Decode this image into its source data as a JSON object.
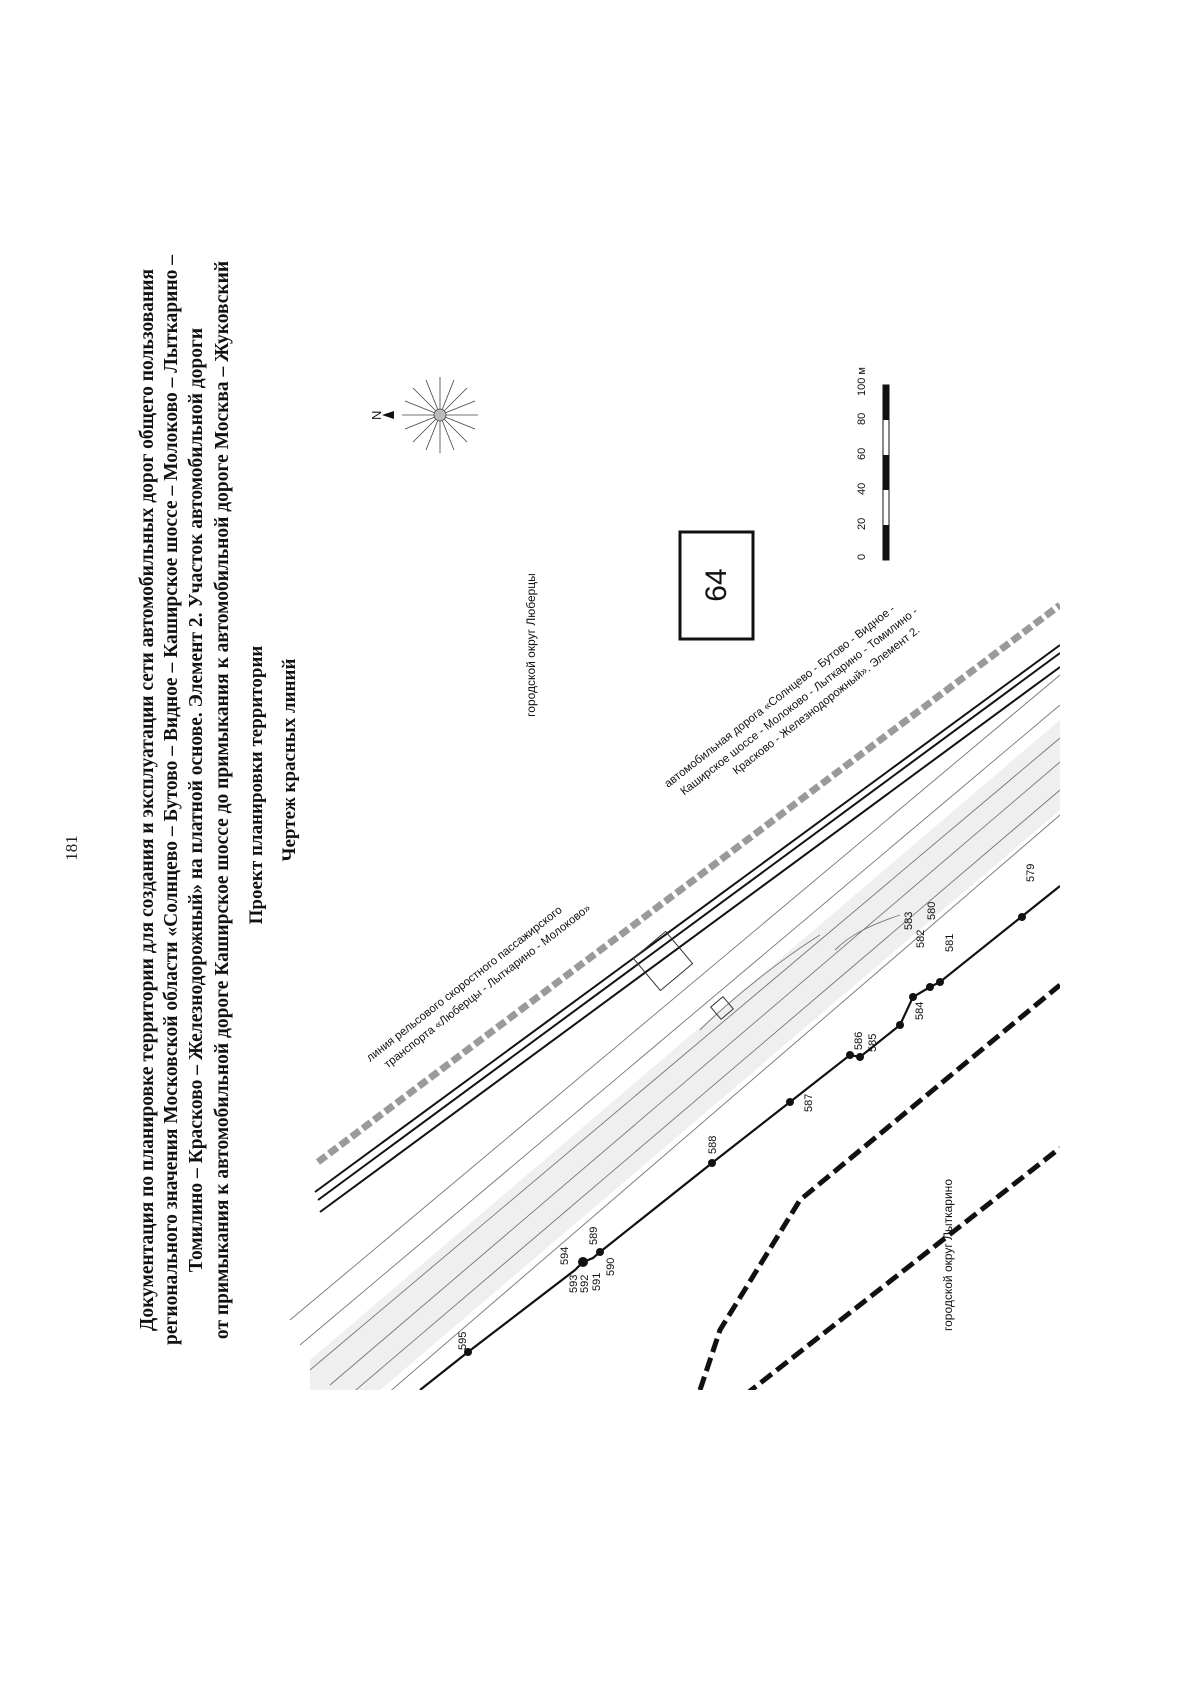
{
  "page_number": "181",
  "document": {
    "title_lines": [
      "Документация по планировке территории для создания и эксплуатации сети автомобильных дорог общего пользования",
      "регионального значения Московской области «Солнцево – Бутово – Видное – Каширское шоссе – Молоково – Лыткарино –",
      "Томилино – Красково – Железнодорожный» на платной основе. Элемент 2. Участок автомобильной дороги",
      "от примыкания к автомобильной дороге Каширское шоссе до примыкания к автомобильной дороге Москва – Жуковский"
    ],
    "project_title": "Проект планировки территории",
    "drawing_title": "Чертеж красных линий"
  },
  "map": {
    "district_north": "городской округ Люберцы",
    "district_south": "городской округ Лыткарино",
    "sheet_number": "64",
    "compass": {
      "north_label": "N"
    },
    "scale_bar": {
      "ticks": [
        "0",
        "20",
        "40",
        "60",
        "80",
        "100 м"
      ]
    },
    "rail_label_lines": [
      "линия рельсового скоростного пассажирского",
      "транспорта «Люберцы - Лыткарино - Молоково»"
    ],
    "road_label_lines": [
      "автомобильная дорога «Солнцево - Бутово - Видное -",
      "Каширское шоссе - Молоково - Лыткарино - Томилино -",
      "Красково - Железнодорожный». Элемент 2."
    ],
    "points": [
      "579",
      "580",
      "581",
      "582",
      "583",
      "584",
      "585",
      "586",
      "587",
      "588",
      "589",
      "590",
      "591",
      "592",
      "593",
      "594",
      "595"
    ]
  },
  "colors": {
    "ink": "#111111",
    "rail": "#9a9a9a",
    "road_fill": "#dcdcdc"
  }
}
